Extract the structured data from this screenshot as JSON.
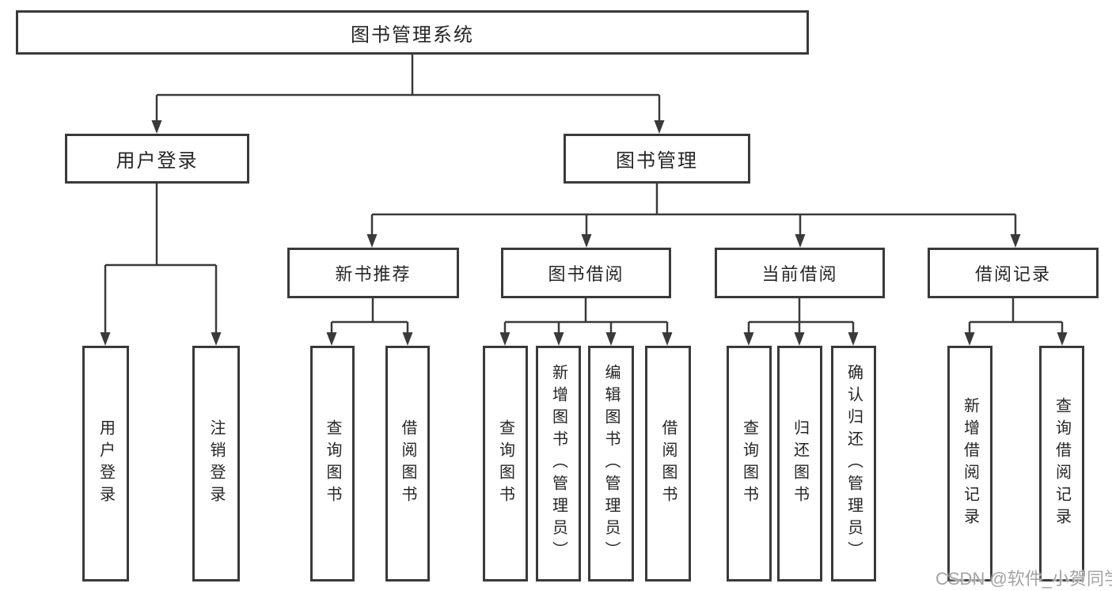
{
  "nodes": {
    "root": "图书管理系统",
    "user_login": "用户登录",
    "book_management": "图书管理",
    "new_book_recommend": "新书推荐",
    "book_borrow": "图书借阅",
    "current_borrow": "当前借阅",
    "borrow_records": "借阅记录",
    "leaves": {
      "user_login": "用户登录",
      "logout": "注销登录",
      "recommend_query_books": "查询图书",
      "recommend_borrow_books": "借阅图书",
      "borrow_query_books": "查询图书",
      "borrow_add_books": "新增图书（管理员）",
      "borrow_edit_books": "编辑图书（管理员）",
      "borrow_borrow_books": "借阅图书",
      "current_query_books": "查询图书",
      "current_return_books": "归还图书",
      "current_confirm_return": "确认归还（管理员）",
      "records_add_record": "新增借阅记录",
      "records_query_record": "查询借阅记录"
    }
  },
  "watermark": "CSDN @软件_小贺同学",
  "colors": {
    "line": "#3a3a3a",
    "text": "#262626",
    "watermark": "#a3a3a3",
    "background": "#ffffff"
  }
}
